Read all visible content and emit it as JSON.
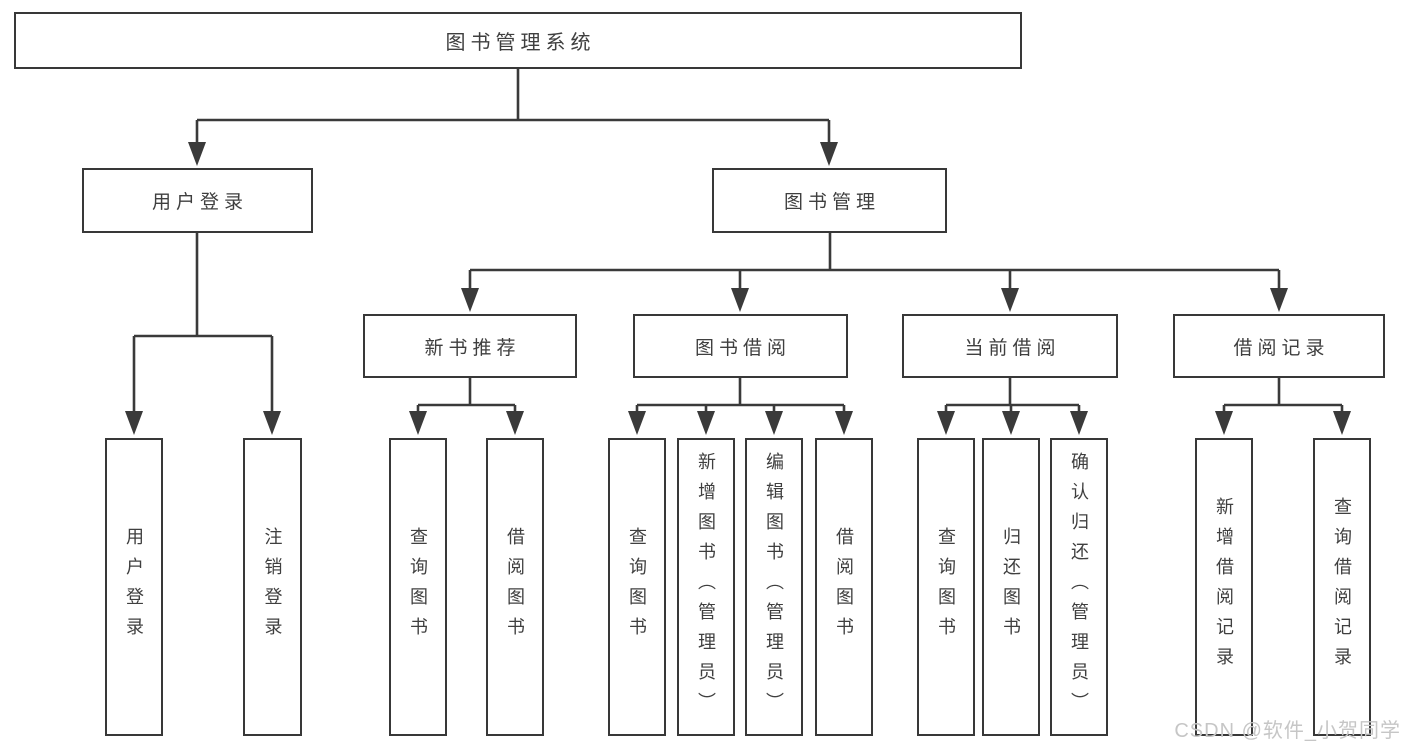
{
  "tree": {
    "label": "图书管理系统",
    "children": [
      {
        "label": "用户登录",
        "children": [
          {
            "label": "用户登录"
          },
          {
            "label": "注销登录"
          }
        ]
      },
      {
        "label": "图书管理",
        "children": [
          {
            "label": "新书推荐",
            "children": [
              {
                "label": "查询图书"
              },
              {
                "label": "借阅图书"
              }
            ]
          },
          {
            "label": "图书借阅",
            "children": [
              {
                "label": "查询图书"
              },
              {
                "label": "新增图书（管理员）"
              },
              {
                "label": "编辑图书（管理员）"
              },
              {
                "label": "借阅图书"
              }
            ]
          },
          {
            "label": "当前借阅",
            "children": [
              {
                "label": "查询图书"
              },
              {
                "label": "归还图书"
              },
              {
                "label": "确认归还（管理员）"
              }
            ]
          },
          {
            "label": "借阅记录",
            "children": [
              {
                "label": "新增借阅记录"
              },
              {
                "label": "查询借阅记录"
              }
            ]
          }
        ]
      }
    ]
  },
  "watermark": {
    "text": "CSDN @软件_小贺同学"
  },
  "colors": {
    "line": "#3a3a3a",
    "box_border": "#383838",
    "text": "#3f3f3f",
    "watermark": "#c6c6c6",
    "background": "#ffffff"
  }
}
